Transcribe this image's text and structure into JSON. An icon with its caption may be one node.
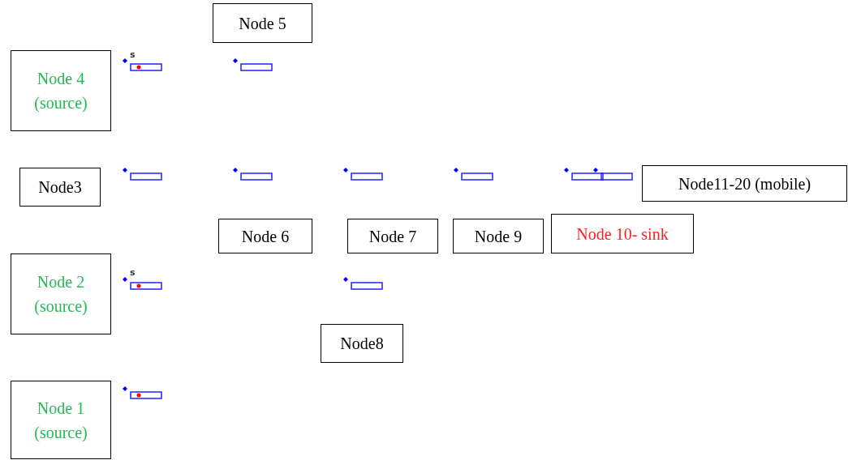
{
  "diagram": {
    "nodes": [
      {
        "text": [
          "Node 5"
        ]
      },
      {
        "text": [
          "Node 4 (source)"
        ]
      },
      {
        "text": [
          "Node3"
        ]
      },
      {
        "text": [
          "Node11-20 (mobile)"
        ]
      },
      {
        "text": [
          "Node 6"
        ]
      },
      {
        "text": [
          "Node 7"
        ]
      },
      {
        "text": [
          "Node 9"
        ]
      },
      {
        "text": [
          "Node 10- sink"
        ]
      },
      {
        "text": [
          "Node 2 (source)"
        ]
      },
      {
        "text": [
          "Node8"
        ]
      },
      {
        "text": [
          "Node 1 (source)"
        ]
      }
    ],
    "labels": [
      "s",
      "s"
    ]
  }
}
